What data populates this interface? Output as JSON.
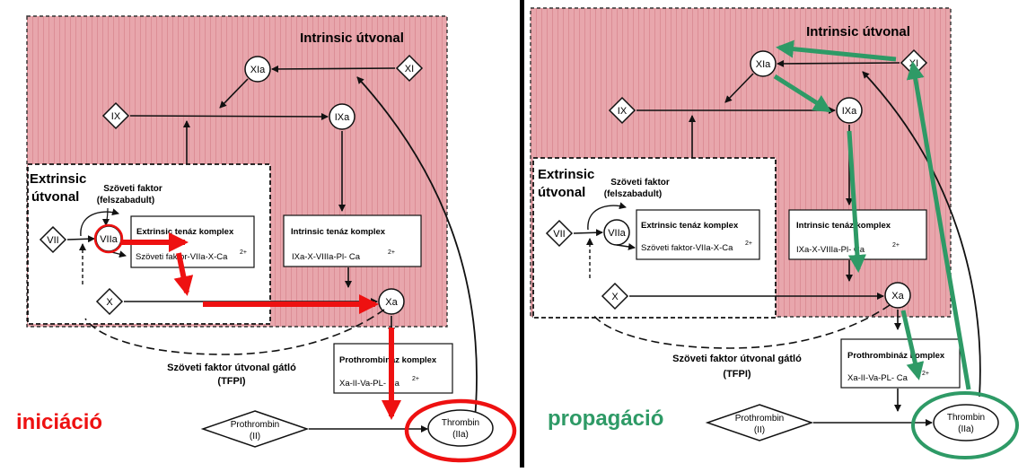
{
  "panels": [
    {
      "id": "left",
      "stage_label": "iniciáció",
      "intrinsic_title": "Intrinsic útvonal",
      "extrinsic_title_line1": "Extrinsic",
      "extrinsic_title_line2": "útvonal",
      "tissue_factor_line1": "Szöveti faktor",
      "tissue_factor_line2": "(felszabadult)",
      "nodes": {
        "XI": "XI",
        "XIa": "XIa",
        "IX": "IX",
        "IXa": "IXa",
        "VII": "VII",
        "VIIa": "VIIa",
        "X": "X",
        "Xa": "Xa"
      },
      "extrinsic_tenase_title": "Extrinsic tenáz komplex",
      "extrinsic_tenase_formula": "Szöveti faktor-VIIa-X-Ca",
      "intrinsic_tenase_title": "Intrinsic tenáz komplex",
      "intrinsic_tenase_formula": "IXa-X-VIIIa-Pl- Ca",
      "superscript": "2+",
      "tfpi_line1": "Szöveti faktor útvonal gátló",
      "tfpi_line2": "(TFPI)",
      "prothrombinase_title": "Prothrombináz komplex",
      "prothrombinase_formula": "Xa-II-Va-PL- Ca",
      "prothrombin_line1": "Prothrombin",
      "prothrombin_line2": "(II)",
      "thrombin_line1": "Thrombin",
      "thrombin_line2": "(IIa)"
    },
    {
      "id": "right",
      "stage_label": "propagáció",
      "intrinsic_title": "Intrinsic útvonal",
      "extrinsic_title_line1": "Extrinsic",
      "extrinsic_title_line2": "útvonal",
      "tissue_factor_line1": "Szöveti faktor",
      "tissue_factor_line2": "(felszabadult)",
      "nodes": {
        "XI": "XI",
        "XIa": "XIa",
        "IX": "IX",
        "IXa": "IXa",
        "VII": "VII",
        "VIIa": "VIIa",
        "X": "X",
        "Xa": "Xa"
      },
      "extrinsic_tenase_title": "Extrinsic tenáz komplex",
      "extrinsic_tenase_formula": "Szöveti faktor-VIIa-X-Ca",
      "intrinsic_tenase_title": "Intrinsic tenáz komplex",
      "intrinsic_tenase_formula": "IXa-X-VIIIa-Pl- Ca",
      "superscript": "2+",
      "tfpi_line1": "Szöveti faktor útvonal gátló",
      "tfpi_line2": "(TFPI)",
      "prothrombinase_title": "Prothrombináz komplex",
      "prothrombinase_formula": "Xa-II-Va-PL- Ca",
      "prothrombin_line1": "Prothrombin",
      "prothrombin_line2": "(II)",
      "thrombin_line1": "Thrombin",
      "thrombin_line2": "(IIa)"
    }
  ],
  "colors": {
    "pink_region": "#e8a6ac",
    "pink_stripe": "#d98890",
    "extrinsic_box": "#ffffff",
    "line": "#111111",
    "initiation_red": "#ee1111",
    "propagation_green": "#2e9a66",
    "divider": "#000000"
  }
}
